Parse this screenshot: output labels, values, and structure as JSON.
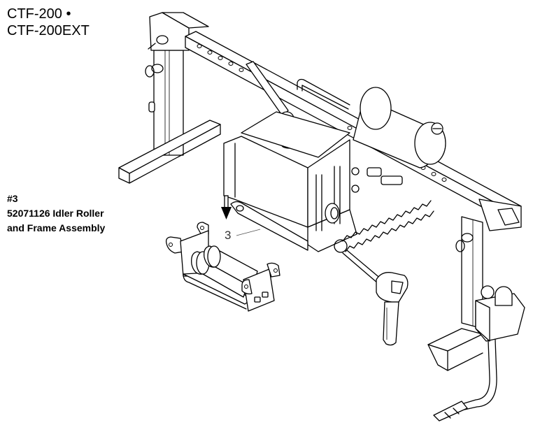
{
  "diagram": {
    "title_line1": "CTF-200 •",
    "title_line2": "CTF-200EXT",
    "callout": {
      "item_label": "#3",
      "part_line1": "52071126 Idler Roller",
      "part_line2": "and Frame Assembly"
    },
    "reference_number": "3",
    "components": [
      "left-stand",
      "perforated-crossbar",
      "motor",
      "pulley-housing",
      "spring",
      "hand-controller",
      "right-stand",
      "probe-cable",
      "idler-roller-assembly",
      "down-arrow"
    ]
  }
}
